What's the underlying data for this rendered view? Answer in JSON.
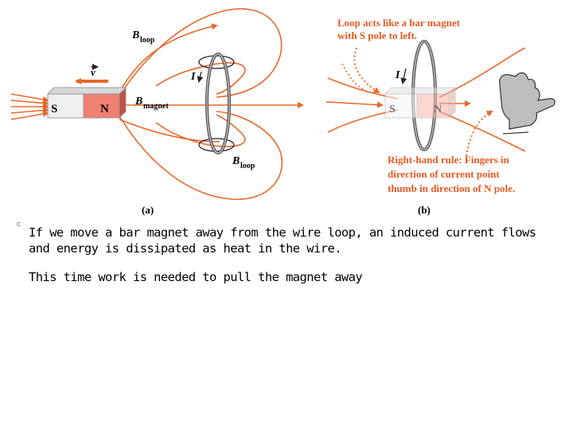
{
  "figure": {
    "a": {
      "panel_label": "(a)",
      "b_loop_top": {
        "sym": "B",
        "sub": "loop"
      },
      "b_loop_bottom": {
        "sym": "B",
        "sub": "loop"
      },
      "b_magnet": {
        "sym": "B",
        "sub": "magnet"
      },
      "velocity": "v",
      "current": "I",
      "magnet_s": "S",
      "magnet_n": "N"
    },
    "b": {
      "panel_label": "(b)",
      "current": "I",
      "magnet_s": "S",
      "magnet_n": "N",
      "note_top_line1": "Loop acts like a bar magnet",
      "note_top_line2": "with S pole to left.",
      "note_bottom_line1": "Right-hand rule: Fingers in",
      "note_bottom_line2": "direction of current point",
      "note_bottom_line3": "thumb in direction of N pole."
    },
    "copyright": "C"
  },
  "colors": {
    "field": "#e8682a",
    "magnet_n": "#f08070",
    "magnet_s": "#e8e8e8",
    "note_text": "#e85a20"
  },
  "caption": {
    "paragraph1": "If we move a bar magnet away from the wire loop, an induced current flows and energy is dissipated as heat in the wire.",
    "paragraph2": "This time work is needed to pull the magnet away"
  }
}
